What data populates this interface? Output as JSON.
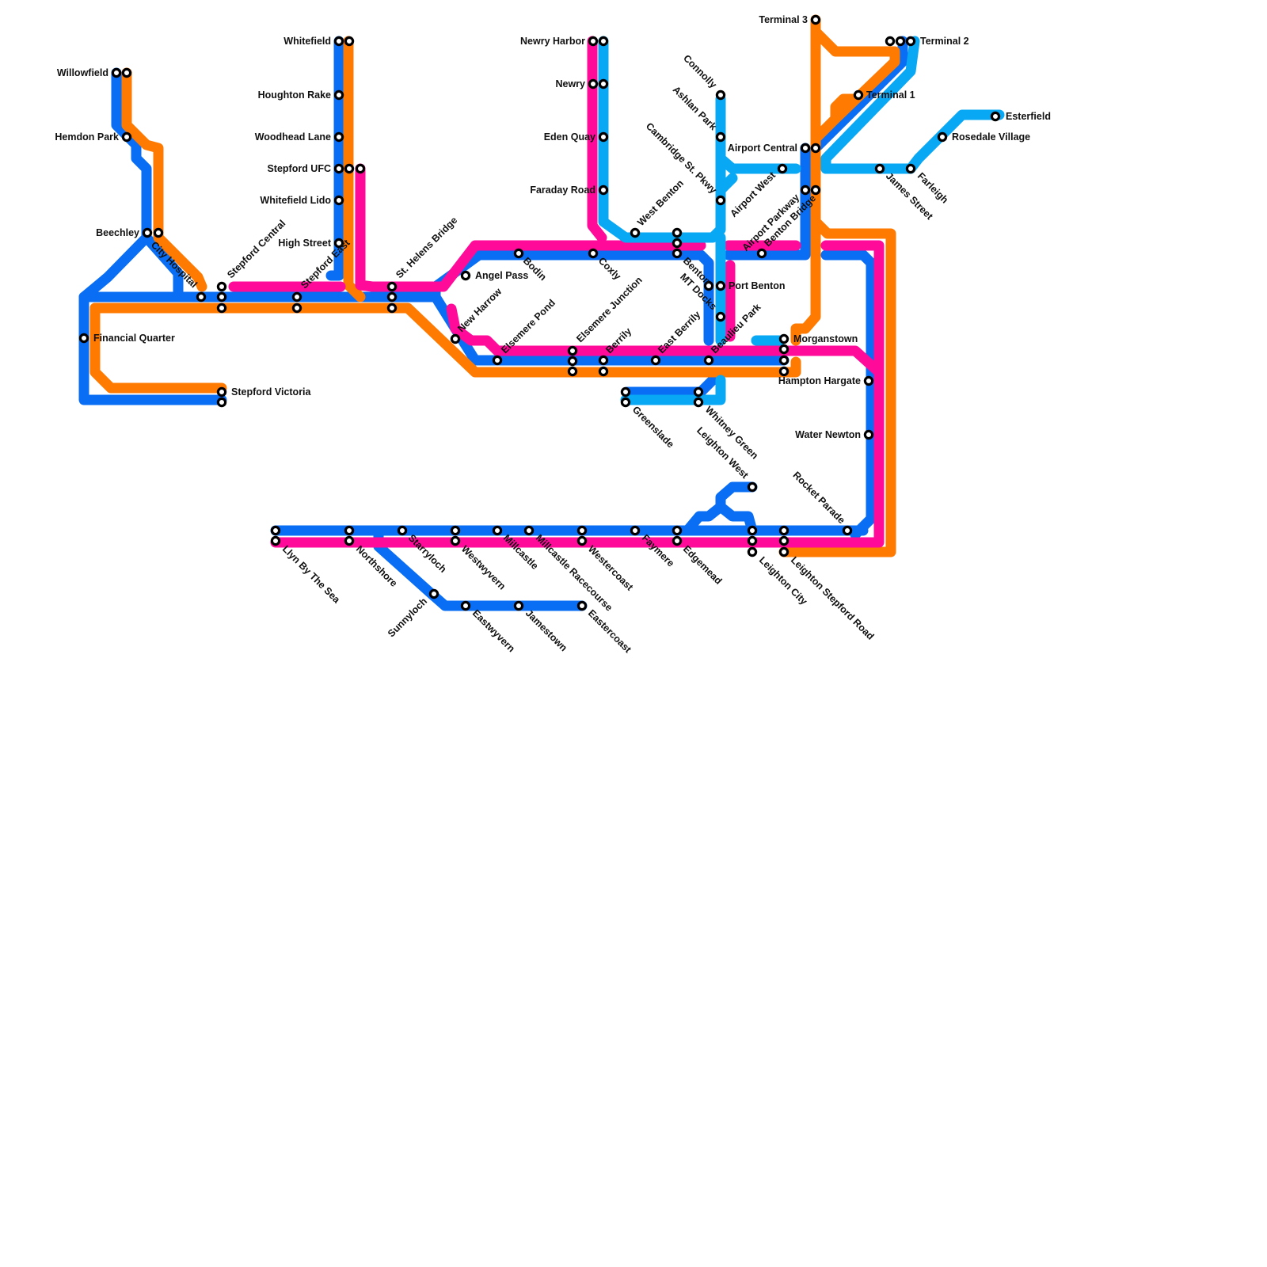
{
  "colors": {
    "blue": "#0a6ef5",
    "orange": "#ff7a00",
    "magenta": "#ff0a99",
    "cyan": "#08a8f5"
  },
  "stations": [
    {
      "id": "willowfield",
      "name": "Willowfield"
    },
    {
      "id": "hemdon-park",
      "name": "Hemdon Park"
    },
    {
      "id": "beechley",
      "name": "Beechley"
    },
    {
      "id": "city-hospital",
      "name": "City Hospital"
    },
    {
      "id": "financial-quarter",
      "name": "Financial Quarter"
    },
    {
      "id": "stepford-central",
      "name": "Stepford Central"
    },
    {
      "id": "stepford-victoria",
      "name": "Stepford Victoria"
    },
    {
      "id": "stepford-east",
      "name": "Stepford East"
    },
    {
      "id": "whitefield",
      "name": "Whitefield"
    },
    {
      "id": "houghton-rake",
      "name": "Houghton Rake"
    },
    {
      "id": "woodhead-lane",
      "name": "Woodhead Lane"
    },
    {
      "id": "stepford-ufc",
      "name": "Stepford UFC"
    },
    {
      "id": "whitefield-lido",
      "name": "Whitefield Lido"
    },
    {
      "id": "high-street",
      "name": "High Street"
    },
    {
      "id": "st-helens-bridge",
      "name": "St. Helens Bridge"
    },
    {
      "id": "angel-pass",
      "name": "Angel Pass"
    },
    {
      "id": "bodin",
      "name": "Bodin"
    },
    {
      "id": "new-harrow",
      "name": "New Harrow"
    },
    {
      "id": "elsemere-pond",
      "name": "Elsemere Pond"
    },
    {
      "id": "elsemere-junction",
      "name": "Elsemere Junction"
    },
    {
      "id": "newry-harbor",
      "name": "Newry Harbor"
    },
    {
      "id": "newry",
      "name": "Newry"
    },
    {
      "id": "eden-quay",
      "name": "Eden Quay"
    },
    {
      "id": "faraday-road",
      "name": "Faraday Road"
    },
    {
      "id": "coxly",
      "name": "Coxly"
    },
    {
      "id": "west-benton",
      "name": "West Benton"
    },
    {
      "id": "berrily",
      "name": "Berrily"
    },
    {
      "id": "east-berrily",
      "name": "East Berrily"
    },
    {
      "id": "benton",
      "name": "Benton"
    },
    {
      "id": "connolly",
      "name": "Connolly"
    },
    {
      "id": "ashlan-park",
      "name": "Ashlan Park"
    },
    {
      "id": "cambridge-st-pkwy",
      "name": "Cambridge St. Pkwy"
    },
    {
      "id": "airport-west",
      "name": "Airport West"
    },
    {
      "id": "port-benton",
      "name": "Port Benton"
    },
    {
      "id": "mt-docks",
      "name": "MT Docks"
    },
    {
      "id": "beaulieu-park",
      "name": "Beaulieu Park"
    },
    {
      "id": "airport-parkway",
      "name": "Airport Parkway"
    },
    {
      "id": "benton-bridge",
      "name": "Benton Bridge"
    },
    {
      "id": "airport-central",
      "name": "Airport Central"
    },
    {
      "id": "terminal-3",
      "name": "Terminal 3"
    },
    {
      "id": "terminal-2",
      "name": "Terminal 2"
    },
    {
      "id": "terminal-1",
      "name": "Terminal 1"
    },
    {
      "id": "james-street",
      "name": "James Street"
    },
    {
      "id": "farleigh",
      "name": "Farleigh"
    },
    {
      "id": "rosedale-village",
      "name": "Rosedale Village"
    },
    {
      "id": "esterfield",
      "name": "Esterfield"
    },
    {
      "id": "morganstown",
      "name": "Morganstown"
    },
    {
      "id": "hampton-hargate",
      "name": "Hampton Hargate"
    },
    {
      "id": "water-newton",
      "name": "Water Newton"
    },
    {
      "id": "rocket-parade",
      "name": "Rocket Parade"
    },
    {
      "id": "greenslade",
      "name": "Greenslade"
    },
    {
      "id": "whitney-green",
      "name": "Whitney Green"
    },
    {
      "id": "leighton-west",
      "name": "Leighton West"
    },
    {
      "id": "llyn-by-the-sea",
      "name": "Llyn By The Sea"
    },
    {
      "id": "northshore",
      "name": "Northshore"
    },
    {
      "id": "starryloch",
      "name": "Starryloch"
    },
    {
      "id": "sunnyloch",
      "name": "Sunnyloch"
    },
    {
      "id": "westwyvern",
      "name": "Westwyvern"
    },
    {
      "id": "eastwyvern",
      "name": "Eastwyvern"
    },
    {
      "id": "millcastle",
      "name": "Millcastle"
    },
    {
      "id": "jamestown",
      "name": "Jamestown"
    },
    {
      "id": "millcastle-racecourse",
      "name": "Millcastle Racecourse"
    },
    {
      "id": "westercoast",
      "name": "Westercoast"
    },
    {
      "id": "eastercoast",
      "name": "Eastercoast"
    },
    {
      "id": "faymere",
      "name": "Faymere"
    },
    {
      "id": "edgemead",
      "name": "Edgemead"
    },
    {
      "id": "leighton-city",
      "name": "Leighton City"
    },
    {
      "id": "leighton-stepford-road",
      "name": "Leighton Stepford Road"
    }
  ]
}
